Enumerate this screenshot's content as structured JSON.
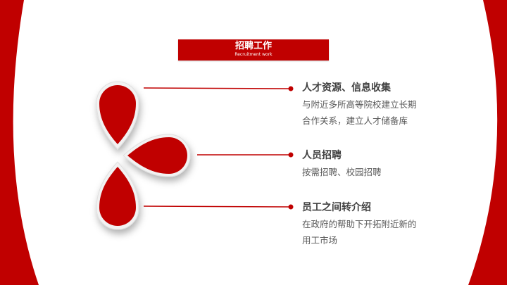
{
  "title": {
    "main": "招聘工作",
    "sub": "Recruitment work"
  },
  "items": [
    {
      "heading": "人才资源、信息收集",
      "lines": [
        "与附近多所高等院校建立长期",
        "合作关系，建立人才储备库"
      ]
    },
    {
      "heading": "人员招聘",
      "lines": [
        "按需招聘、校园招聘"
      ]
    },
    {
      "heading": "员工之间转介绍",
      "lines": [
        "在政府的帮助下开拓附近新的",
        "用工市场"
      ]
    }
  ],
  "colors": {
    "accent": "#c00000",
    "heading": "#404040",
    "body": "#595959"
  }
}
